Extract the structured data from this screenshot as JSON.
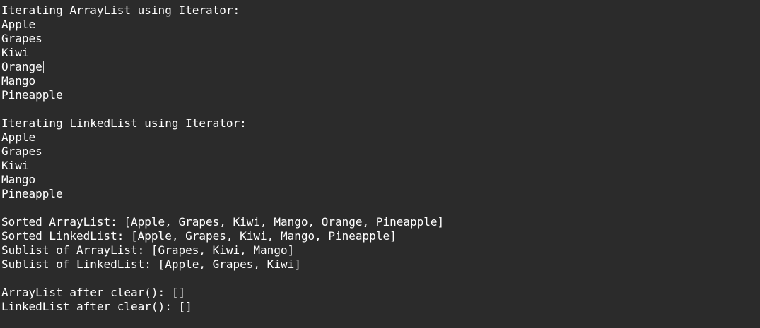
{
  "console": {
    "lines": [
      "Iterating ArrayList using Iterator:",
      "Apple",
      "Grapes",
      "Kiwi",
      "Orange",
      "Mango",
      "Pineapple",
      "",
      "Iterating LinkedList using Iterator:",
      "Apple",
      "Grapes",
      "Kiwi",
      "Mango",
      "Pineapple",
      "",
      "Sorted ArrayList: [Apple, Grapes, Kiwi, Mango, Orange, Pineapple]",
      "Sorted LinkedList: [Apple, Grapes, Kiwi, Mango, Pineapple]",
      "Sublist of ArrayList: [Grapes, Kiwi, Mango]",
      "Sublist of LinkedList: [Apple, Grapes, Kiwi]",
      "",
      "ArrayList after clear(): []",
      "LinkedList after clear(): []"
    ]
  },
  "colors": {
    "background": "#2b2b2b",
    "text": "#ffffff",
    "caret": "#d8d8d8"
  }
}
